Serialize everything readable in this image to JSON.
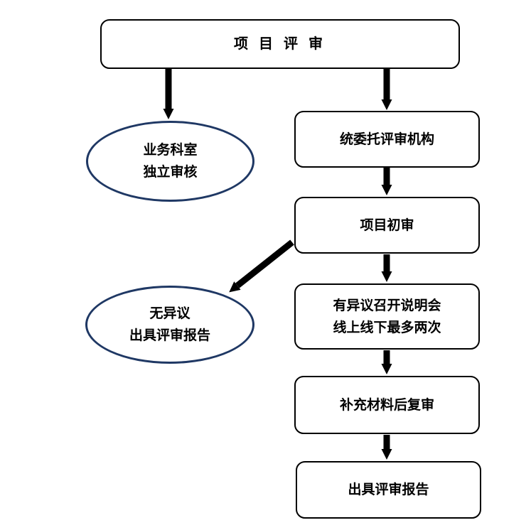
{
  "colors": {
    "background": "#ffffff",
    "box_border": "#000000",
    "ellipse_border": "#1f3864",
    "arrow": "#000000",
    "text": "#000000"
  },
  "flowchart": {
    "nodes": {
      "project_review": {
        "shape": "rounded-rect",
        "label": "项 目 评 审"
      },
      "dept_audit": {
        "shape": "ellipse",
        "line1": "业务科室",
        "line2": "独立审核"
      },
      "entrust_agency": {
        "shape": "rounded-rect",
        "label": "统委托评审机构"
      },
      "initial_review": {
        "shape": "rounded-rect",
        "label": "项目初审"
      },
      "no_objection": {
        "shape": "ellipse",
        "line1": "无异议",
        "line2": "出具评审报告"
      },
      "objection_meeting": {
        "shape": "rounded-rect",
        "line1": "有异议召开说明会",
        "line2": "线上线下最多两次"
      },
      "supplement_review": {
        "shape": "rounded-rect",
        "label": "补充材料后复审"
      },
      "issue_report": {
        "shape": "rounded-rect",
        "label": "出具评审报告"
      }
    },
    "edges": [
      {
        "from": "project_review",
        "to": "dept_audit"
      },
      {
        "from": "project_review",
        "to": "entrust_agency"
      },
      {
        "from": "entrust_agency",
        "to": "initial_review"
      },
      {
        "from": "initial_review",
        "to": "no_objection"
      },
      {
        "from": "initial_review",
        "to": "objection_meeting"
      },
      {
        "from": "objection_meeting",
        "to": "supplement_review"
      },
      {
        "from": "supplement_review",
        "to": "issue_report"
      }
    ]
  }
}
